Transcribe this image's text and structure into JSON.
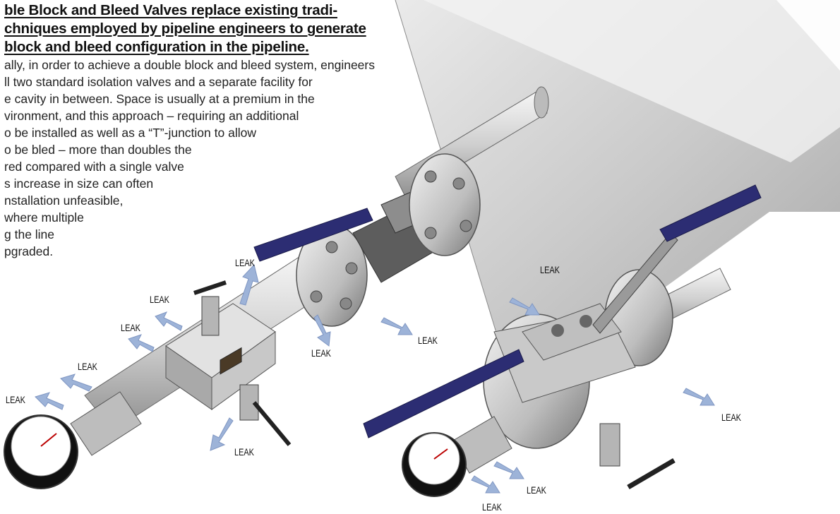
{
  "heading_lines": [
    "ble Block and Bleed Valves replace existing tradi-",
    "chniques employed by pipeline engineers to generate",
    "block and bleed configuration in the pipeline."
  ],
  "body_lines": [
    "ally, in order to achieve a double block and bleed system, engineers",
    "ll two standard isolation valves and a separate facility for",
    "e cavity in between. Space is usually at a premium in the",
    "vironment, and this approach – requiring an additional",
    "o be installed as well as a “T”-junction to allow",
    "o be bled – more than doubles the",
    "red compared with a single valve",
    "s increase in size can often",
    "nstallation unfeasible,",
    "where multiple",
    "g the line",
    "pgraded."
  ],
  "leak_label": "LEAK",
  "colors": {
    "arrow": "#9db3d8",
    "handle": "#2c2d73",
    "metal_light": "#d9d9d9",
    "metal_dark": "#7a7a7a",
    "pipe": "#cfcfcf"
  }
}
